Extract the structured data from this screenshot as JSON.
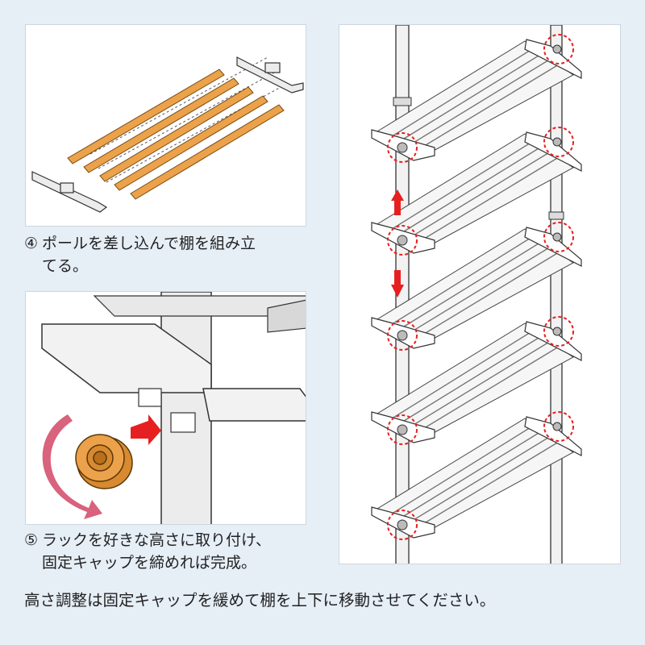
{
  "steps": [
    {
      "number": "④",
      "line1": "ポールを差し込んで棚を組み立",
      "line2": "てる。"
    },
    {
      "number": "⑤",
      "line1": "ラックを好きな高さに取り付け、",
      "line2": "固定キャップを締めれば完成。"
    }
  ],
  "footer_note": "高さ調整は固定キャップを緩めて棚を上下に移動させてください。",
  "colors": {
    "background": "#e6eef6",
    "pole_orange": "#eba24a",
    "highlight_red": "#e62020",
    "rotate_arrow_pink": "#d9627c"
  },
  "icons": [
    "red-up-arrow-icon",
    "red-down-arrow-icon",
    "rotate-arrow-icon",
    "insert-arrow-icon"
  ]
}
